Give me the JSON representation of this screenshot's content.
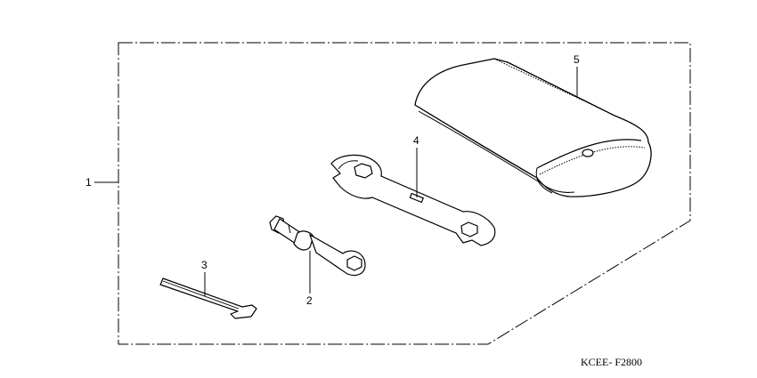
{
  "diagram": {
    "group_callout": "1",
    "parts": [
      {
        "callout": "2",
        "icon": "socket-wrench-icon"
      },
      {
        "callout": "3",
        "icon": "hex-key-icon"
      },
      {
        "callout": "4",
        "icon": "open-end-wrench-icon"
      },
      {
        "callout": "5",
        "icon": "tool-bag-icon"
      }
    ],
    "code": "KCEE- F2800"
  }
}
